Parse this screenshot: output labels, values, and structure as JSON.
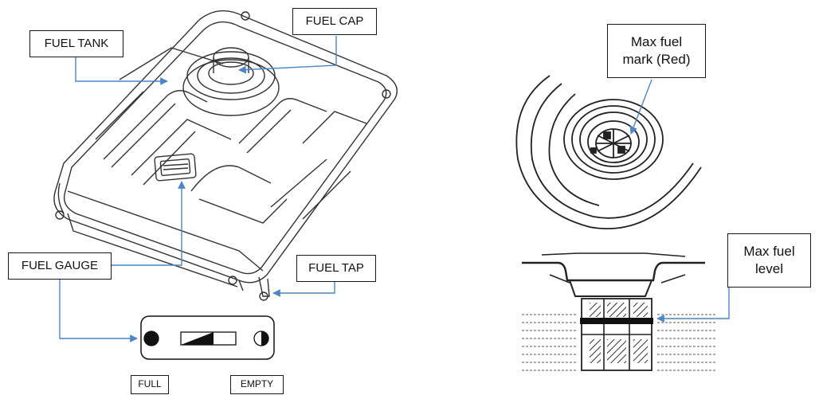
{
  "labels": {
    "fuel_tank": "FUEL TANK",
    "fuel_cap": "FUEL CAP",
    "fuel_gauge": "FUEL GAUGE",
    "fuel_tap": "FUEL TAP",
    "full": "FULL",
    "empty": "EMPTY",
    "max_fuel_mark_line1": "Max fuel",
    "max_fuel_mark_line2": "mark (Red)",
    "max_fuel_level_line1": "Max fuel",
    "max_fuel_level_line2": "level"
  },
  "colors": {
    "arrow": "#4a86c8",
    "outline": "#333333",
    "label_border": "#1a1a1a",
    "fuel_level_bar": "#111111"
  }
}
